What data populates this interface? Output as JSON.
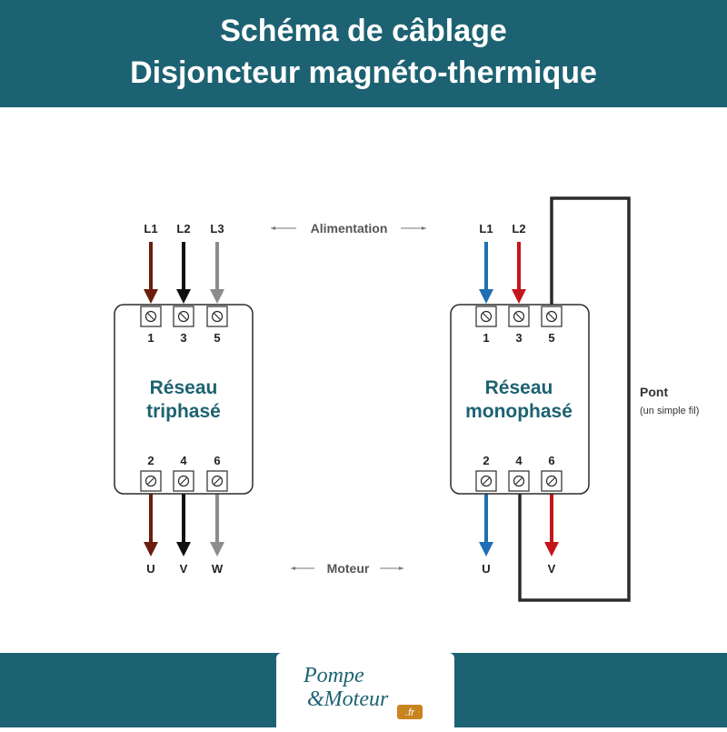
{
  "header": {
    "title_line1": "Schéma de câblage",
    "title_line2": "Disjoncteur magnéto-thermique"
  },
  "labels": {
    "alimentation": "Alimentation",
    "moteur": "Moteur",
    "pont": "Pont",
    "pont_note": "(un simple fil)"
  },
  "left_unit": {
    "name_line1": "Réseau",
    "name_line2": "triphasé",
    "inputs": [
      "L1",
      "L2",
      "L3"
    ],
    "top_terminals": [
      "1",
      "3",
      "5"
    ],
    "bottom_terminals": [
      "2",
      "4",
      "6"
    ],
    "outputs": [
      "U",
      "V",
      "W"
    ]
  },
  "right_unit": {
    "name_line1": "Réseau",
    "name_line2": "monophasé",
    "inputs": [
      "L1",
      "L2"
    ],
    "top_terminals": [
      "1",
      "3",
      "5"
    ],
    "bottom_terminals": [
      "2",
      "4",
      "6"
    ],
    "outputs": [
      "U",
      "V"
    ]
  },
  "logo": {
    "line1": "Pompe",
    "line2": "&Moteur",
    "tld": ".fr"
  },
  "colors": {
    "header_bg": "#1d6272",
    "title_text": "#ffffff",
    "unit_name": "#1d6272",
    "wire_brown": "#6b1d0e",
    "wire_black": "#111111",
    "wire_grey": "#8c8c8c",
    "wire_blue": "#1f6fb5",
    "wire_red": "#c4151c",
    "bridge_wire": "#2b2b2b"
  }
}
